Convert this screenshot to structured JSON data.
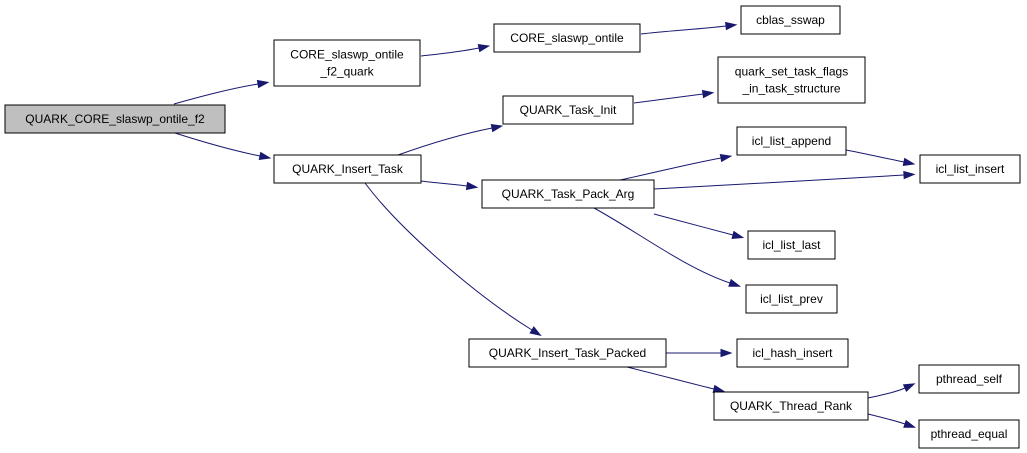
{
  "diagram": {
    "colors": {
      "edge": "#191970",
      "root_fill": "#bfbfbf",
      "node_fill": "#ffffff",
      "border": "#000000"
    },
    "nodes": [
      {
        "id": "root",
        "lines": [
          "QUARK_CORE_slaswp_ontile_f2"
        ],
        "root": true
      },
      {
        "id": "core_f2",
        "lines": [
          "CORE_slaswp_ontile",
          "_f2_quark"
        ]
      },
      {
        "id": "core_ontile",
        "lines": [
          "CORE_slaswp_ontile"
        ]
      },
      {
        "id": "cblas",
        "lines": [
          "cblas_sswap"
        ]
      },
      {
        "id": "insert_task",
        "lines": [
          "QUARK_Insert_Task"
        ]
      },
      {
        "id": "task_init",
        "lines": [
          "QUARK_Task_Init"
        ]
      },
      {
        "id": "set_flags",
        "lines": [
          "quark_set_task_flags",
          "_in_task_structure"
        ]
      },
      {
        "id": "pack_arg",
        "lines": [
          "QUARK_Task_Pack_Arg"
        ]
      },
      {
        "id": "list_append",
        "lines": [
          "icl_list_append"
        ]
      },
      {
        "id": "list_insert",
        "lines": [
          "icl_list_insert"
        ]
      },
      {
        "id": "list_last",
        "lines": [
          "icl_list_last"
        ]
      },
      {
        "id": "list_prev",
        "lines": [
          "icl_list_prev"
        ]
      },
      {
        "id": "insert_packed",
        "lines": [
          "QUARK_Insert_Task_Packed"
        ]
      },
      {
        "id": "hash_insert",
        "lines": [
          "icl_hash_insert"
        ]
      },
      {
        "id": "thread_rank",
        "lines": [
          "QUARK_Thread_Rank"
        ]
      },
      {
        "id": "pthread_self",
        "lines": [
          "pthread_self"
        ]
      },
      {
        "id": "pthread_equal",
        "lines": [
          "pthread_equal"
        ]
      }
    ],
    "edges": [
      {
        "from": "root",
        "to": "core_f2"
      },
      {
        "from": "root",
        "to": "insert_task"
      },
      {
        "from": "core_f2",
        "to": "core_ontile"
      },
      {
        "from": "core_ontile",
        "to": "cblas"
      },
      {
        "from": "insert_task",
        "to": "task_init"
      },
      {
        "from": "insert_task",
        "to": "pack_arg"
      },
      {
        "from": "insert_task",
        "to": "insert_packed"
      },
      {
        "from": "task_init",
        "to": "set_flags"
      },
      {
        "from": "pack_arg",
        "to": "list_append"
      },
      {
        "from": "pack_arg",
        "to": "list_insert"
      },
      {
        "from": "pack_arg",
        "to": "list_last"
      },
      {
        "from": "pack_arg",
        "to": "list_prev"
      },
      {
        "from": "list_append",
        "to": "list_insert"
      },
      {
        "from": "insert_packed",
        "to": "hash_insert"
      },
      {
        "from": "insert_packed",
        "to": "thread_rank"
      },
      {
        "from": "thread_rank",
        "to": "pthread_self"
      },
      {
        "from": "thread_rank",
        "to": "pthread_equal"
      }
    ]
  }
}
